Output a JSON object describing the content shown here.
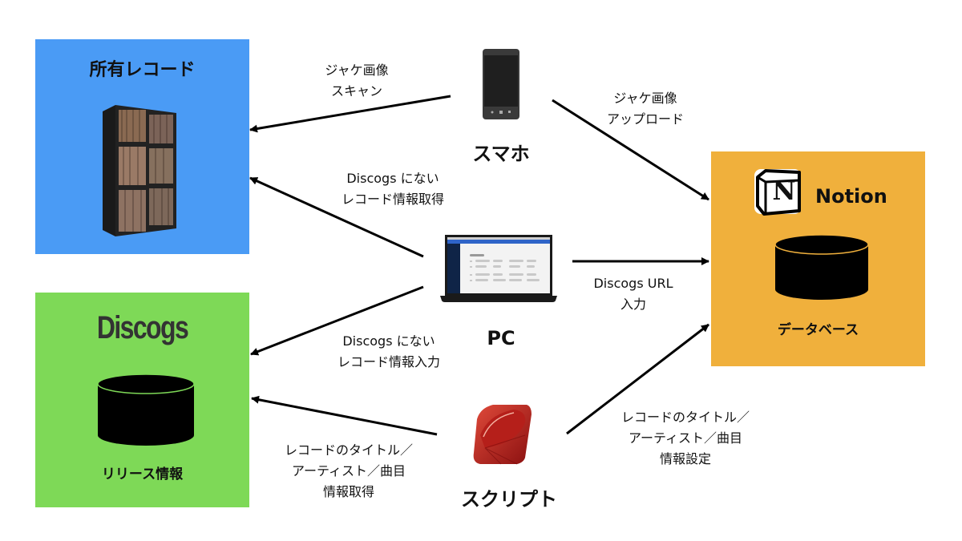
{
  "boxes": {
    "records": {
      "title": "所有レコード",
      "color": "#4a9bf5",
      "icon": "record-shelf-icon"
    },
    "discogs": {
      "logo_text": "Discogs",
      "db_label": "リリース情報",
      "color": "#7ed957",
      "icon": "database-icon"
    },
    "notion": {
      "logo_letter": "N",
      "logo_text": "Notion",
      "db_label": "データベース",
      "color": "#f0b03c",
      "icon": "database-icon"
    }
  },
  "nodes": {
    "smartphone": {
      "label": "スマホ",
      "icon": "smartphone-icon"
    },
    "pc": {
      "label": "PC",
      "icon": "laptop-icon"
    },
    "script": {
      "label": "スクリプト",
      "icon": "ruby-gem-icon"
    }
  },
  "edges": [
    {
      "from": "smartphone",
      "to": "records",
      "label": "ジャケ画像\nスキャン"
    },
    {
      "from": "smartphone",
      "to": "notion",
      "label": "ジャケ画像\nアップロード"
    },
    {
      "from": "pc",
      "to": "records",
      "label": "Discogs にない\nレコード情報取得"
    },
    {
      "from": "pc",
      "to": "notion",
      "label": "Discogs URL\n入力"
    },
    {
      "from": "pc",
      "to": "discogs",
      "label": "Discogs にない\nレコード情報入力"
    },
    {
      "from": "script",
      "to": "discogs",
      "label": "レコードのタイトル／\nアーティスト／曲目\n情報取得"
    },
    {
      "from": "script",
      "to": "notion",
      "label": "レコードのタイトル／\nアーティスト／曲目\n情報設定"
    }
  ]
}
